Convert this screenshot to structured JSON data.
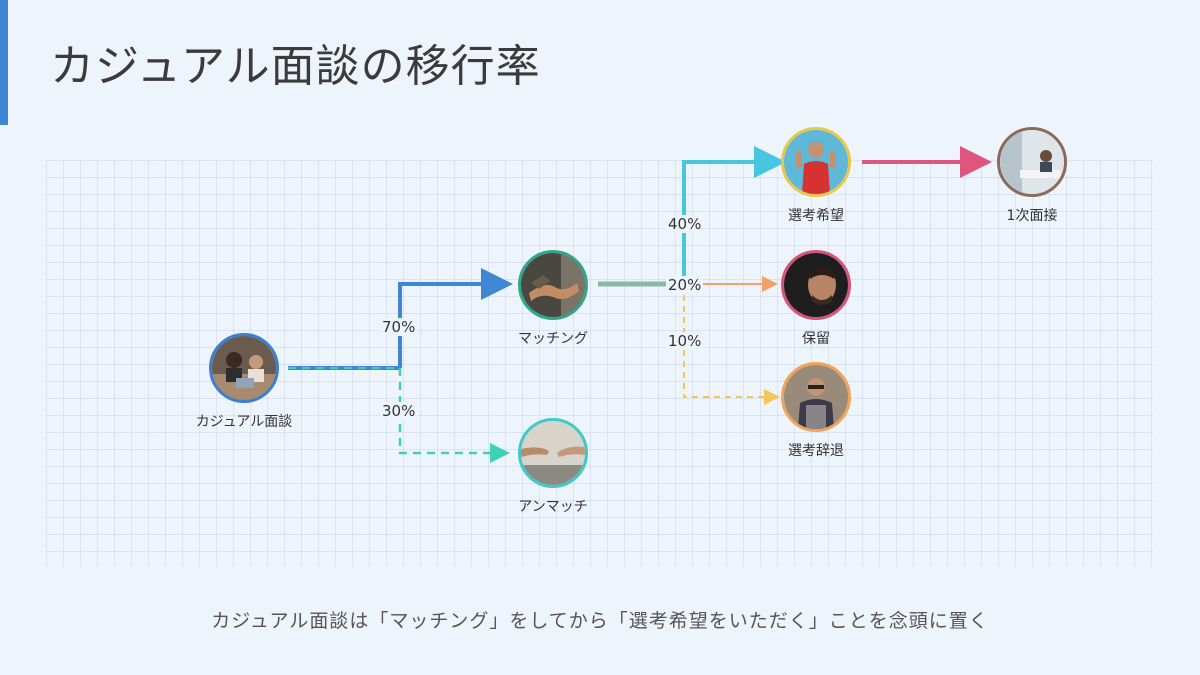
{
  "title": "カジュアル面談の移行率",
  "footer": "カジュアル面談は「マッチング」をしてから「選考希望をいただく」ことを念頭に置く",
  "nodes": {
    "casual": {
      "label": "カジュアル面談",
      "color": "#3b7fd0",
      "icon": "two-people-at-laptop-photo"
    },
    "matching": {
      "label": "マッチング",
      "color": "#2fa88a",
      "icon": "handshake-photo"
    },
    "unmatch": {
      "label": "アンマッチ",
      "color": "#3fc9c9",
      "icon": "hands-reaching-photo"
    },
    "apply": {
      "label": "選考希望",
      "color": "#e8c84a",
      "icon": "celebrating-man-photo"
    },
    "hold": {
      "label": "保留",
      "color": "#d9527a",
      "icon": "man-portrait-photo"
    },
    "decline": {
      "label": "選考辞退",
      "color": "#f0a45a",
      "icon": "man-with-glasses-photo"
    },
    "interview": {
      "label": "1次面接",
      "color": "#8a6a5a",
      "icon": "meeting-photo"
    }
  },
  "percentages": {
    "to_matching": "70%",
    "to_unmatch": "30%",
    "to_apply": "40%",
    "to_hold": "20%",
    "to_decline": "10%"
  },
  "colors": {
    "accent": "#3b87d6",
    "flow_blue": "#3f86d4",
    "flow_teal": "#3fd0b8",
    "flow_cyan": "#47c6df",
    "flow_green": "#8ab8a4",
    "flow_orange": "#f2a066",
    "flow_yellow": "#f4c65a",
    "flow_pink": "#e0557e"
  }
}
